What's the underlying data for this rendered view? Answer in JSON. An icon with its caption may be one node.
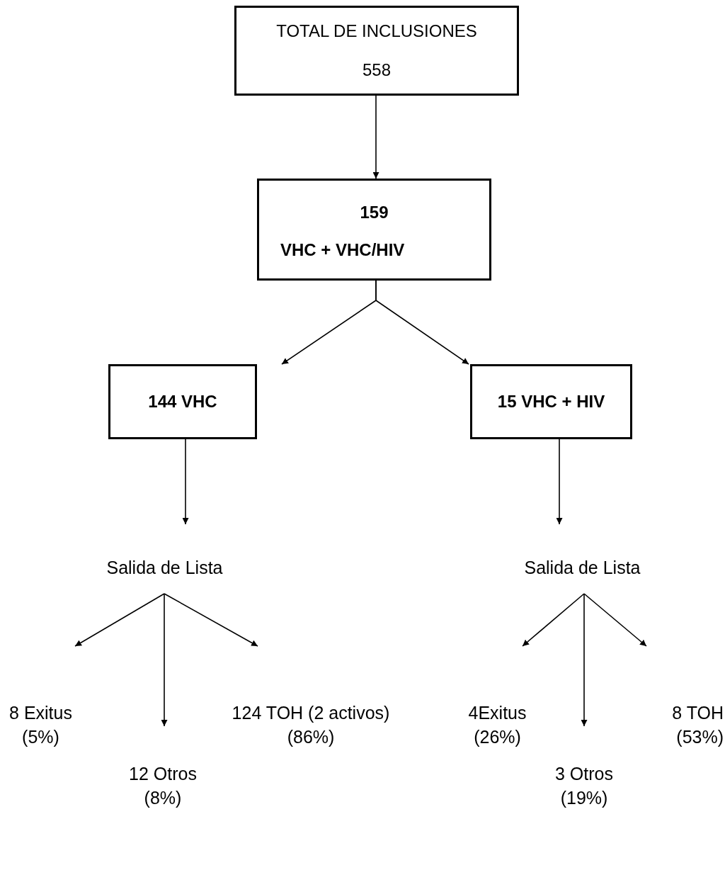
{
  "diagram": {
    "nodes": [
      {
        "text": [
          "TOTAL DE INCLUSIONES",
          "558"
        ]
      },
      {
        "text": [
          "159",
          "VHC + VHC/HIV"
        ]
      },
      {
        "text": [
          "144 VHC"
        ]
      },
      {
        "text": [
          "15 VHC + HIV"
        ]
      },
      {
        "text": [
          "Salida de Lista"
        ]
      },
      {
        "text": [
          "Salida de Lista"
        ]
      },
      {
        "text": [
          "8 Exitus (5%)"
        ]
      },
      {
        "text": [
          "124 TOH (2 activos) (86%)"
        ]
      },
      {
        "text": [
          "4Exitus (26%)"
        ]
      },
      {
        "text": [
          "8 TOH (53%)"
        ]
      },
      {
        "text": [
          "12 Otros (8%)"
        ]
      },
      {
        "text": [
          "3 Otros (19%)"
        ]
      }
    ],
    "edges": [
      {
        "from": 0,
        "to": 1,
        "arrow": "to"
      },
      {
        "from": 1,
        "to": 2,
        "arrow": "to"
      },
      {
        "from": 1,
        "to": 3,
        "arrow": "to"
      },
      {
        "from": 2,
        "to": 4,
        "arrow": "to"
      },
      {
        "from": 3,
        "to": 5,
        "arrow": "to"
      },
      {
        "from": 4,
        "to": 6,
        "arrow": "to"
      },
      {
        "from": 4,
        "to": 10,
        "arrow": "to"
      },
      {
        "from": 4,
        "to": 7,
        "arrow": "to"
      },
      {
        "from": 5,
        "to": 8,
        "arrow": "to"
      },
      {
        "from": 5,
        "to": 11,
        "arrow": "to"
      },
      {
        "from": 5,
        "to": 9,
        "arrow": "to"
      }
    ]
  }
}
